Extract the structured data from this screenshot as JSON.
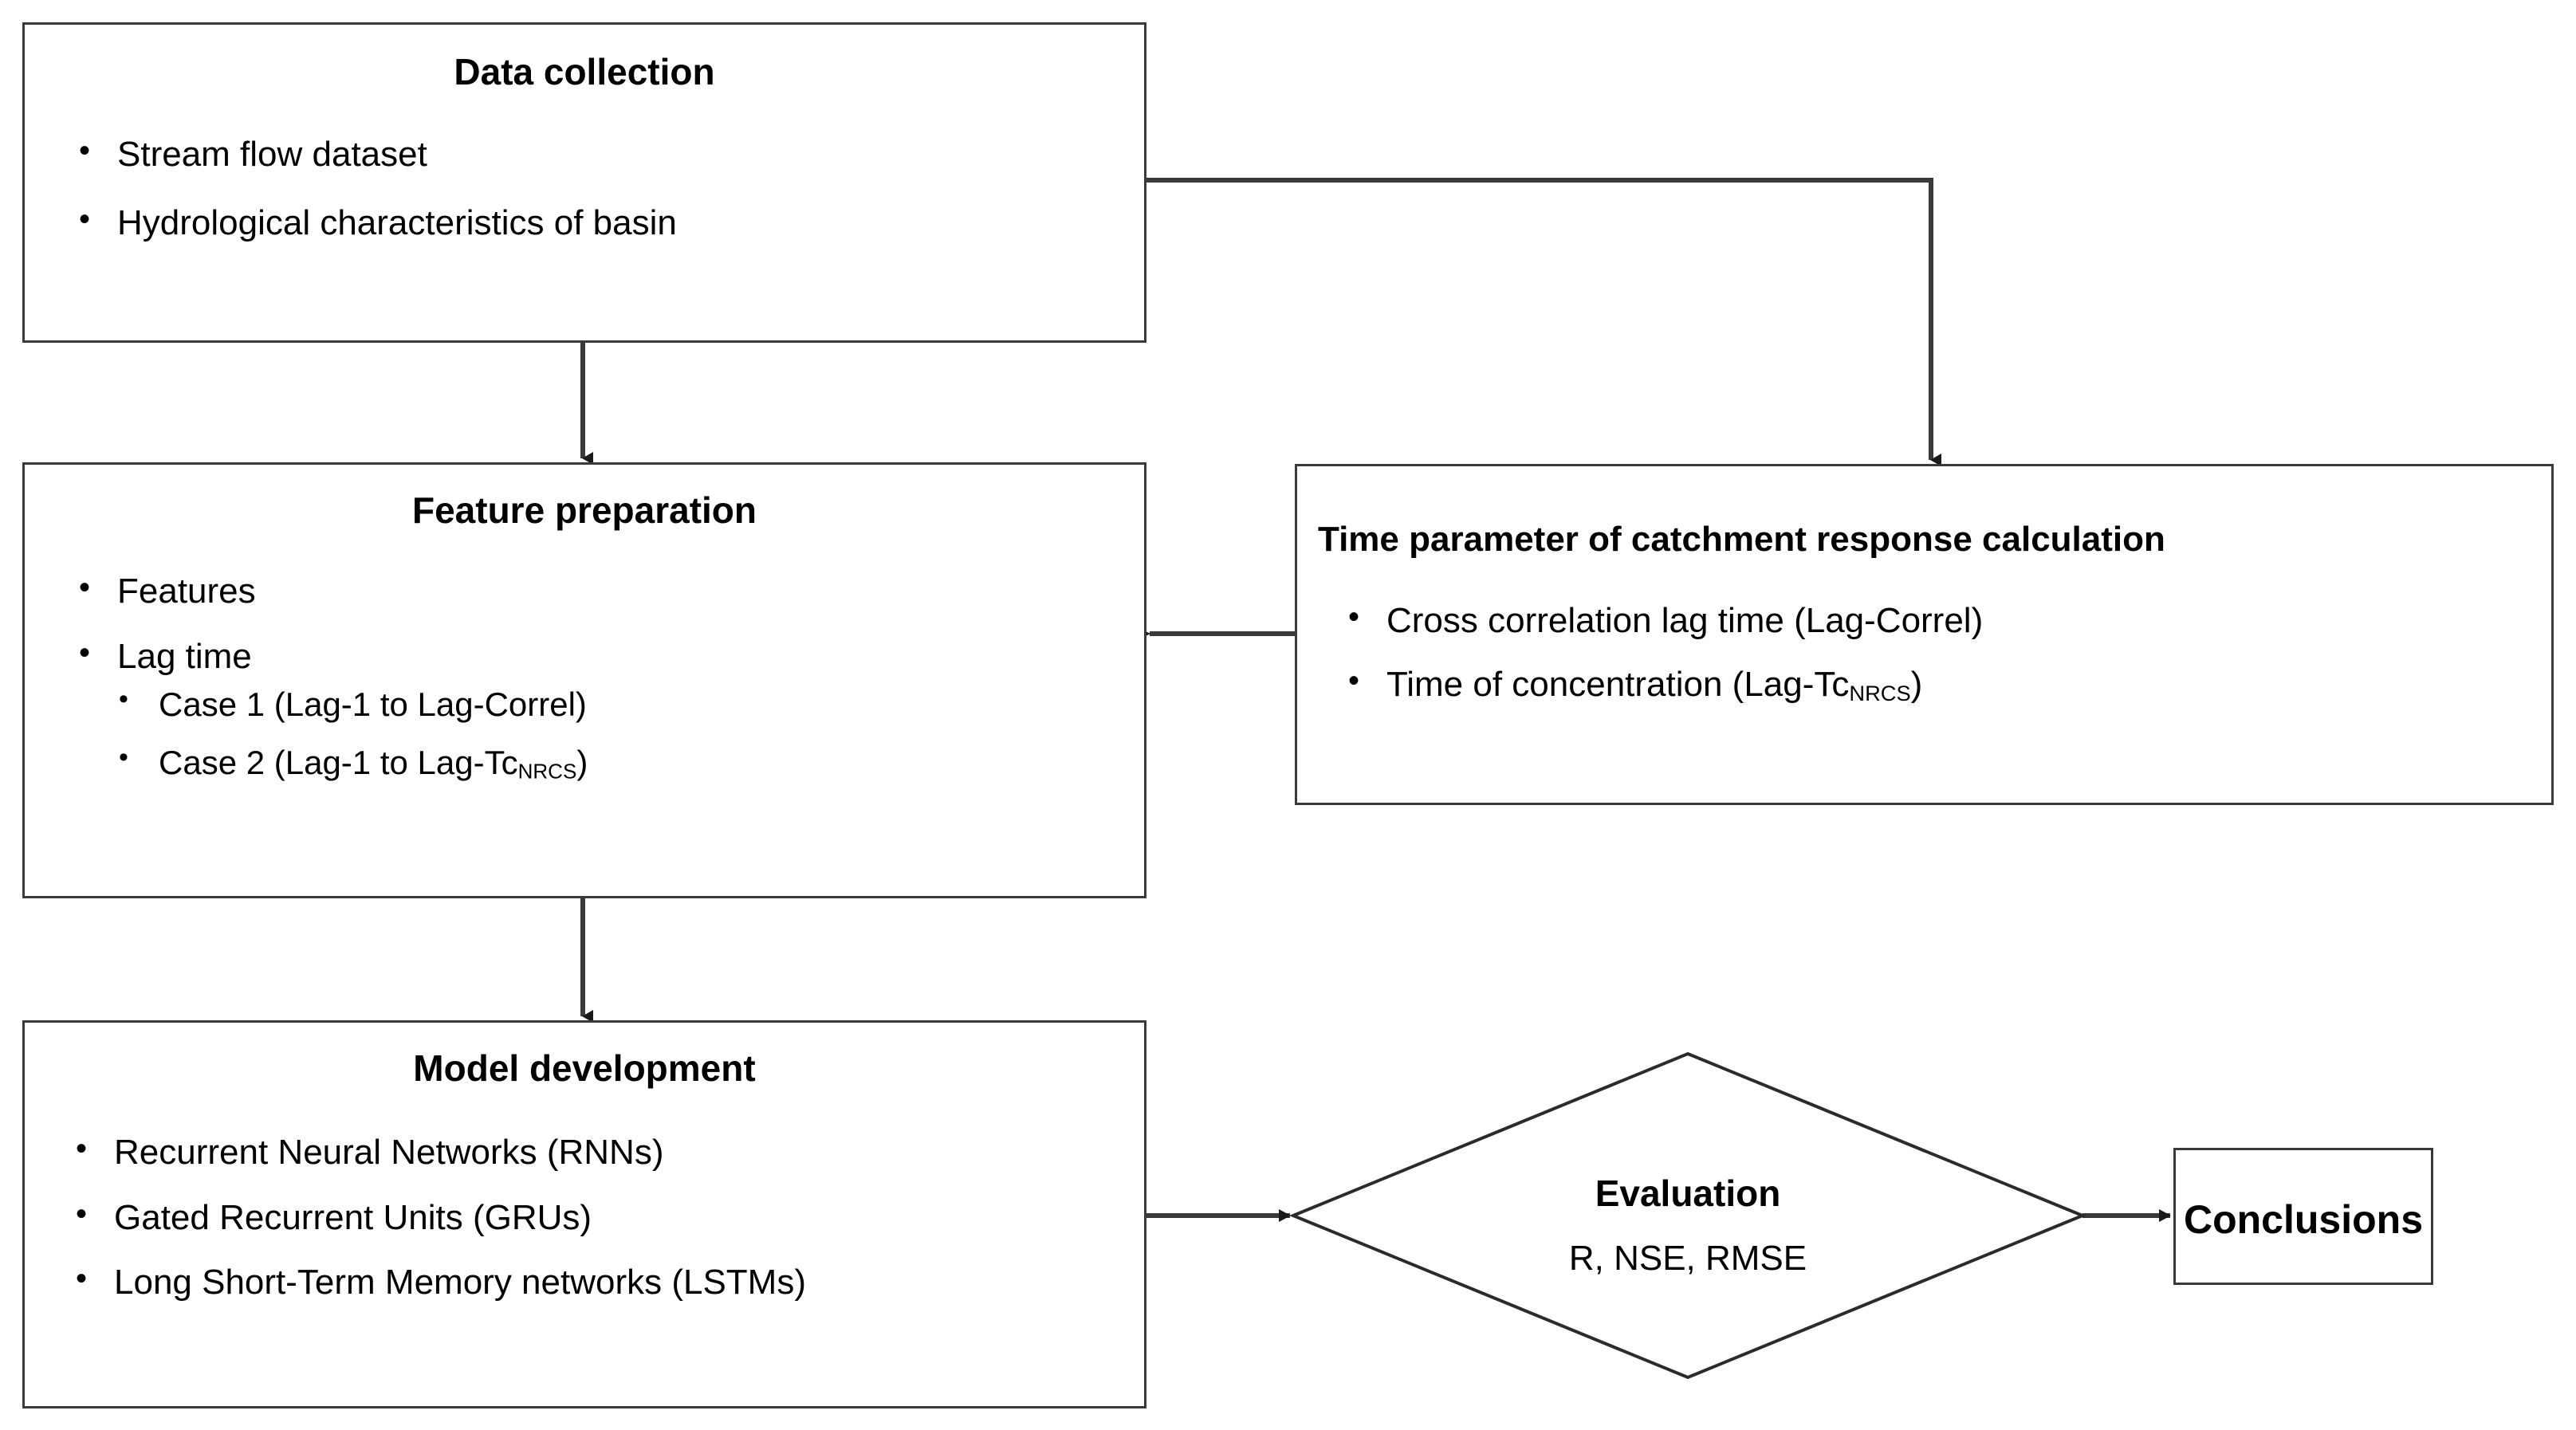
{
  "diagram": {
    "type": "flowchart",
    "title": "Streamflow forecasting methodology flowchart",
    "background_color": "#ffffff",
    "line_color": "#3a3a3a",
    "text_color": "#000000"
  },
  "nodes": {
    "data_collection": {
      "shape": "rectangle",
      "title": "Data collection",
      "bullets": [
        "Stream flow dataset",
        "Hydrological  characteristics of basin"
      ]
    },
    "feature_preparation": {
      "shape": "rectangle",
      "title": "Feature preparation",
      "bullets": [
        "Features",
        "Lag time"
      ],
      "sub_bullets": [
        {
          "prefix": "Case 1 (Lag-1 to Lag-Correl)",
          "sub": "",
          "suffix": ""
        },
        {
          "prefix": "Case 2 (Lag-1 to Lag-Tc",
          "sub": "NRCS",
          "suffix": ")"
        }
      ]
    },
    "time_parameter": {
      "shape": "rectangle",
      "title": "Time parameter of catchment response calculation",
      "bullets": [
        {
          "prefix": "Cross correlation lag time  (Lag-Correl)",
          "sub": "",
          "suffix": ""
        },
        {
          "prefix": "Time  of concentration (Lag-Tc",
          "sub": "NRCS",
          "suffix": ")"
        }
      ]
    },
    "model_development": {
      "shape": "rectangle",
      "title": "Model development",
      "bullets": [
        "Recurrent Neural Networks (RNNs)",
        "Gated Recurrent Units (GRUs)",
        "Long Short-Term Memory networks (LSTMs)"
      ]
    },
    "evaluation": {
      "shape": "diamond",
      "title": "Evaluation",
      "subtitle": "R, NSE, RMSE"
    },
    "conclusions": {
      "shape": "rectangle",
      "title": "Conclusions"
    }
  },
  "edges": [
    {
      "id": "edge-data-to-feature",
      "from": "data_collection",
      "to": "feature_preparation",
      "style": "straight-down",
      "arrow": true
    },
    {
      "id": "edge-data-to-time",
      "from": "data_collection",
      "to": "time_parameter",
      "style": "elbow-right-down",
      "arrow": true
    },
    {
      "id": "edge-time-to-feature",
      "from": "time_parameter",
      "to": "feature_preparation",
      "style": "straight-left",
      "arrow": true
    },
    {
      "id": "edge-feature-to-model",
      "from": "feature_preparation",
      "to": "model_development",
      "style": "straight-down",
      "arrow": true
    },
    {
      "id": "edge-model-to-evaluation",
      "from": "model_development",
      "to": "evaluation",
      "style": "straight-right",
      "arrow": true
    },
    {
      "id": "edge-evaluation-to-conclusions",
      "from": "evaluation",
      "to": "conclusions",
      "style": "straight-right",
      "arrow": true
    }
  ]
}
